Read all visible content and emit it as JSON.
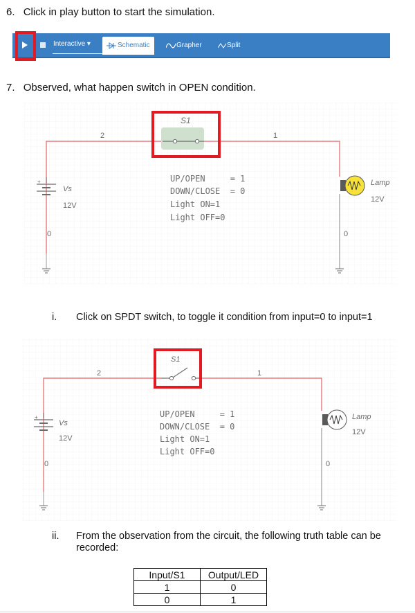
{
  "steps": {
    "s6": {
      "num": "6.",
      "text": "Click in play button to start the simulation."
    },
    "s7": {
      "num": "7.",
      "text": "Observed, what happen switch in OPEN condition."
    },
    "si": {
      "num": "i.",
      "text": "Click on SPDT switch, to toggle it condition from input=0 to input=1"
    },
    "sii": {
      "num": "ii.",
      "text": "From the observation from the circuit, the following truth table can be recorded:"
    }
  },
  "toolbar": {
    "mode_label": "Interactive",
    "tabs": {
      "schematic": "Schematic",
      "grapher": "Grapher",
      "split": "Split"
    }
  },
  "circuit1": {
    "switch_label": "S1",
    "node_left": "2",
    "node_right": "1",
    "node_ground_left": "0",
    "node_ground_right": "0",
    "source_label": "Vs",
    "source_value": "12V",
    "lamp_label": "Lamp",
    "lamp_value": "12V",
    "notes": [
      "UP/OPEN     = 1",
      "DOWN/CLOSE  = 0",
      "Light ON=1",
      "Light OFF=0"
    ]
  },
  "circuit2": {
    "switch_label": "S1",
    "node_left": "2",
    "node_right": "1",
    "node_ground_left": "0",
    "node_ground_right": "0",
    "source_label": "Vs",
    "source_value": "12V",
    "lamp_label": "Lamp",
    "lamp_value": "12V",
    "notes": [
      "UP/OPEN     = 1",
      "DOWN/CLOSE  = 0",
      "Light ON=1",
      "Light OFF=0"
    ]
  },
  "truth_table": {
    "headers": [
      "Input/S1",
      "Output/LED"
    ],
    "rows": [
      [
        "1",
        "0"
      ],
      [
        "0",
        "1"
      ]
    ]
  },
  "colors": {
    "accent": "#3a7fc4",
    "highlight": "#e21b23",
    "wire": "#e8787c",
    "lamp_on": "#f6e23a"
  }
}
